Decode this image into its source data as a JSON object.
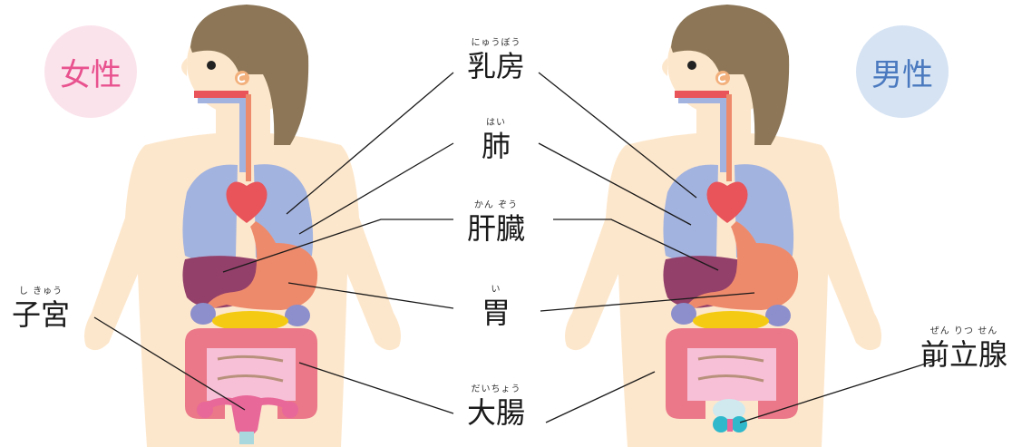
{
  "badges": {
    "female": "女性",
    "male": "男性"
  },
  "labels": {
    "breast": {
      "ruby": "にゅうぼう",
      "text": "乳房"
    },
    "lung": {
      "ruby": "はい",
      "text": "肺"
    },
    "liver": {
      "ruby": "かん ぞう",
      "text": "肝臓"
    },
    "stomach": {
      "ruby": "い",
      "text": "胃"
    },
    "large_intestine": {
      "ruby": "だいちょう",
      "text": "大腸"
    },
    "uterus": {
      "ruby": "し きゅう",
      "text": "子宮"
    },
    "prostate": {
      "ruby": "ぜん りつ せん",
      "text": "前立腺"
    }
  },
  "colors": {
    "skin": "#fde7cc",
    "hair": "#8c7657",
    "lung": "#a3b3df",
    "heart": "#e8545a",
    "liver": "#93406a",
    "stomach": "#ee8a6c",
    "intestine": "#eb7888",
    "uterus": "#e8689a",
    "prostate": "#2fb8cc",
    "pancreas": "#f4cb12",
    "kidney": "#8c8fcc",
    "leader_line": "#1a1a1a"
  }
}
